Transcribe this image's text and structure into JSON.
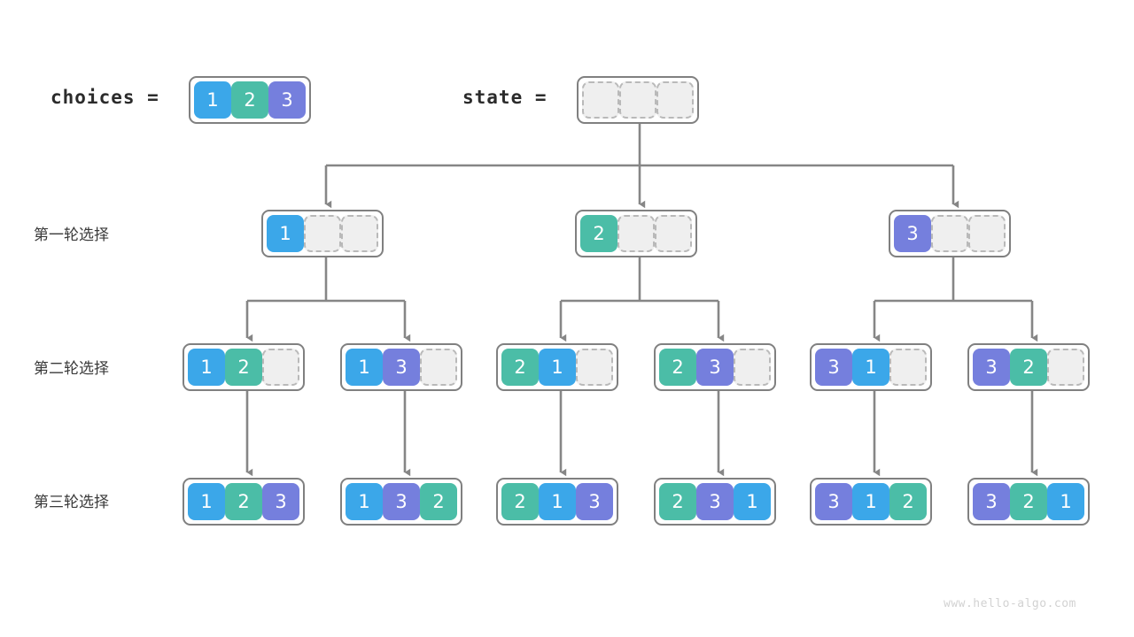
{
  "meta": {
    "watermark": "www.hello-algo.com",
    "colors": {
      "value_1": "#3ba7e9",
      "value_2": "#4bbda7",
      "value_3": "#757fdd",
      "empty_fill": "#efefef",
      "empty_border": "#b9b9b9",
      "array_border": "#808080",
      "edge": "#868686",
      "text": "#2b2b2b",
      "watermark": "#d2d2d2"
    }
  },
  "header": {
    "choices_label": "choices =",
    "choices_values": [
      "1",
      "2",
      "3"
    ],
    "state_label": "state =",
    "state_values": [
      "",
      "",
      ""
    ]
  },
  "row_labels": [
    "第一轮选择",
    "第二轮选择",
    "第三轮选择"
  ],
  "rows": [
    {
      "label": "第一轮选择",
      "nodes": [
        {
          "cells": [
            "1",
            "",
            ""
          ]
        },
        {
          "cells": [
            "2",
            "",
            ""
          ]
        },
        {
          "cells": [
            "3",
            "",
            ""
          ]
        }
      ]
    },
    {
      "label": "第二轮选择",
      "nodes": [
        {
          "cells": [
            "1",
            "2",
            ""
          ]
        },
        {
          "cells": [
            "1",
            "3",
            ""
          ]
        },
        {
          "cells": [
            "2",
            "1",
            ""
          ]
        },
        {
          "cells": [
            "2",
            "3",
            ""
          ]
        },
        {
          "cells": [
            "3",
            "1",
            ""
          ]
        },
        {
          "cells": [
            "3",
            "2",
            ""
          ]
        }
      ]
    },
    {
      "label": "第三轮选择",
      "nodes": [
        {
          "cells": [
            "1",
            "2",
            "3"
          ]
        },
        {
          "cells": [
            "1",
            "3",
            "2"
          ]
        },
        {
          "cells": [
            "2",
            "1",
            "3"
          ]
        },
        {
          "cells": [
            "2",
            "3",
            "1"
          ]
        },
        {
          "cells": [
            "3",
            "1",
            "2"
          ]
        },
        {
          "cells": [
            "3",
            "2",
            "1"
          ]
        }
      ]
    }
  ]
}
